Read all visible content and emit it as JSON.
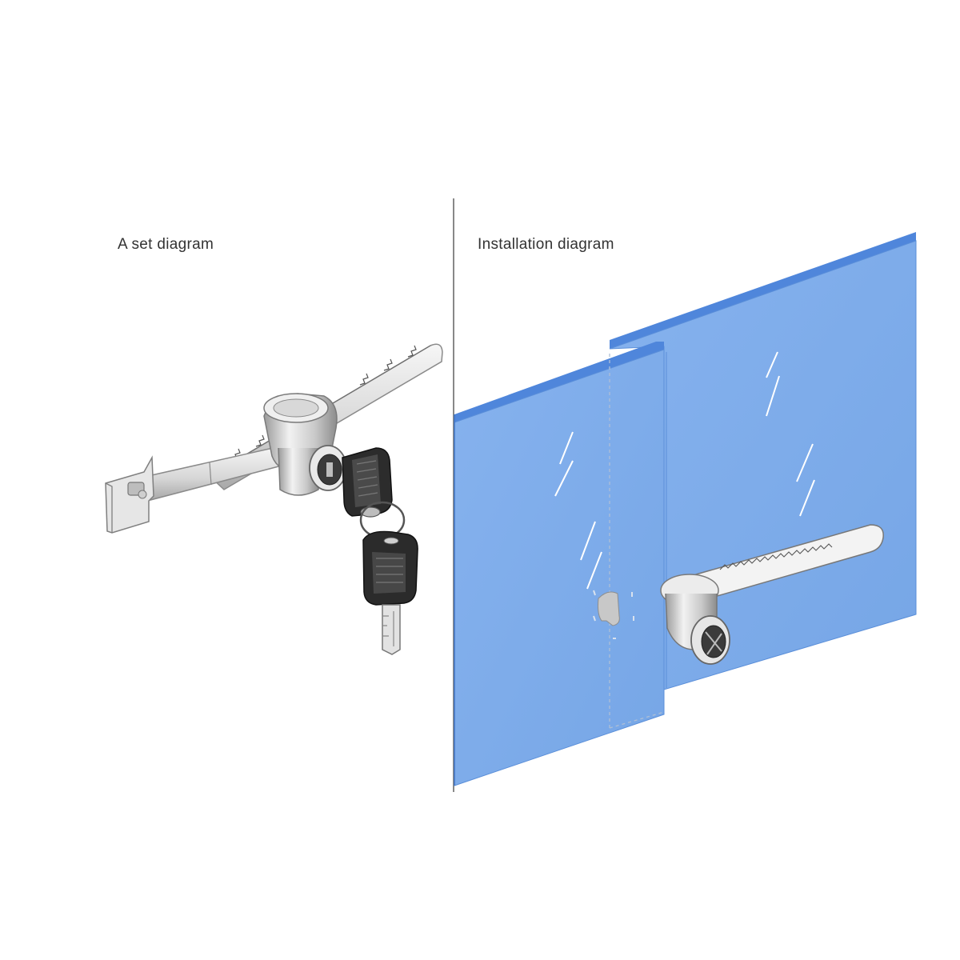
{
  "captions": {
    "set_diagram": "A set diagram",
    "installation_diagram": "Installation diagram"
  },
  "colors": {
    "background": "#ffffff",
    "glass": "#7fadea",
    "glass_edge": "#4f86db",
    "metal_light": "#f0f0f0",
    "metal_mid": "#c8c8c8",
    "metal_dark": "#8a8a8a",
    "key_head": "#2b2b2b",
    "divider": "#888888"
  },
  "icons": {
    "lock": "ratchet-sliding-glass-lock",
    "key": "lock-key",
    "glass_panel": "sliding-glass-panel"
  }
}
